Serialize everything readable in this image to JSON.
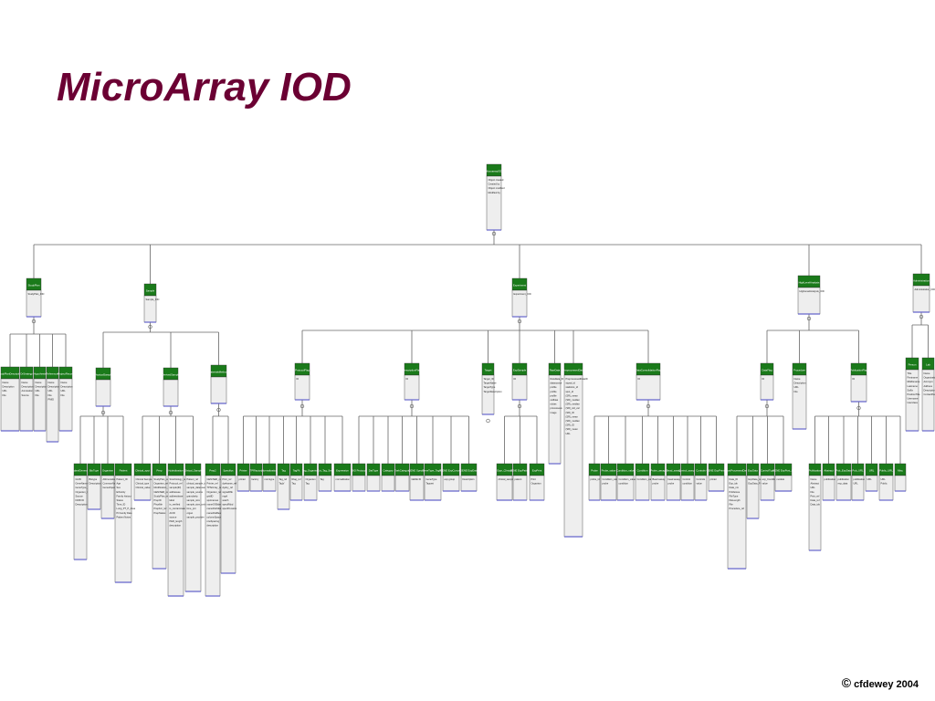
{
  "page": {
    "title": "MicroArray IOD",
    "footer": {
      "copyright_symbol": "©",
      "author": "cfdewey 2004"
    }
  },
  "colors": {
    "title": "#6b0033",
    "node_header": "#1a7a1a",
    "node_body": "#eeeeee",
    "node_border": "#333333",
    "node_bottom": "#6666cc",
    "connector": "#666666"
  },
  "diagram": {
    "root": {
      "name": "MicroarrayIOD",
      "fields": [
        "Object created",
        "Created by",
        "Object modified",
        "Modified by"
      ]
    },
    "level1": [
      {
        "name": "StudyPlan",
        "fields": [
          "StudyPlan_IOD"
        ]
      },
      {
        "name": "Sample",
        "fields": [
          "Sample_IOD"
        ]
      },
      {
        "name": "Experiment",
        "fields": [
          "Experiment_IOD"
        ]
      },
      {
        "name": "HighLevelAnalysis",
        "fields": [
          "HighLevelAnalysis_IOD"
        ]
      },
      {
        "name": "Administration",
        "fields": [
          "Administration_IOD"
        ]
      }
    ],
    "level2": [
      {
        "name": "StudyPlanDescription",
        "fields": [
          "Name",
          "Description",
          "URL",
          "File"
        ]
      },
      {
        "name": "DrStrategy",
        "fields": [
          "Name",
          "Description",
          "Annotation",
          "Source"
        ]
      },
      {
        "name": "Hypothesis",
        "fields": [
          "Name",
          "Description",
          "URL",
          "File"
        ]
      },
      {
        "name": "References",
        "fields": [
          "Name",
          "Description",
          "URL",
          "File",
          "PMID"
        ]
      },
      {
        "name": "ProjectRecord",
        "fields": [
          "Name",
          "Description",
          "URL",
          "File"
        ]
      },
      {
        "name": "PhysicalSample",
        "fields": []
      },
      {
        "name": "DerivedSample",
        "fields": []
      },
      {
        "name": "MaterialsMethods",
        "fields": []
      },
      {
        "name": "ProtocolFlag",
        "fields": [
          "ID"
        ]
      },
      {
        "name": "DescriptionFlag",
        "fields": [
          "ID"
        ]
      },
      {
        "name": "Target",
        "fields": [
          "Target_ID",
          "TargetName",
          "TargetType",
          "TargetDescription"
        ]
      },
      {
        "name": "ExpSample",
        "fields": [
          "ID"
        ]
      },
      {
        "name": "RawData",
        "fields": [
          "RawData_ID",
          "datasource",
          "profile",
          "profile",
          "profile",
          "cellbias",
          "rcbias",
          "processeve",
          "image"
        ]
      },
      {
        "name": "PreprocessedData",
        "fields": [
          "PreprocessedDataID",
          "signal_id",
          "statistics_id",
          "spot_id",
          "(SR)_mean",
          "(SR)_median",
          "(SR)_median",
          "(SR)_std_val",
          "(SR)_ID",
          "(SR)_mean",
          "(SR)_median",
          "(SR)_ID",
          "(SR)_mean",
          "URL"
        ]
      },
      {
        "name": "DataConsolidationFlag",
        "fields": [
          "ID"
        ]
      },
      {
        "name": "DataFlag",
        "fields": [
          "ID"
        ]
      },
      {
        "name": "Procedure",
        "fields": [
          "Name",
          "Description",
          "URL",
          "File"
        ]
      },
      {
        "name": "PublicationFlag",
        "fields": [
          "ID"
        ]
      },
      {
        "name": "Person",
        "fields": [
          "Title",
          "Firstname",
          "Middlename",
          "Lastname",
          "Suffix",
          "PositionTitle",
          "Username",
          "Userclass"
        ]
      },
      {
        "name": "Lab",
        "fields": [
          "Name",
          "Organization",
          "Acronym",
          "Address",
          "Description",
          "ContactPerson"
        ]
      }
    ],
    "level3": [
      {
        "name": "StandardGeneralTag",
        "fields": [
          "GUID",
          "GeneName",
          "GeneType_ref",
          "Organism_ref",
          "Source",
          "NCBI ID",
          "Description"
        ]
      },
      {
        "name": "BioType",
        "fields": [
          "Biotype",
          "Description"
        ]
      },
      {
        "name": "Organism",
        "fields": [
          "Abbreviation",
          "CommonName",
          "GenusSpecies"
        ]
      },
      {
        "name": "Patient",
        "fields": [
          "Patient_ID",
          "Age",
          "Sex",
          "Ethnicity",
          "Family history",
          "Status",
          "Time_ID",
          "Lung_PT_P_Area",
          "Pt Family Date",
          "Patient Notes"
        ]
      },
      {
        "name": "Clinical_spot",
        "fields": [
          "Clinical Sample ref",
          "Clinical_type",
          "Clinical_value"
        ]
      },
      {
        "name": "Prep",
        "fields": [
          "StudyPlan_ref",
          "Organism_ref",
          "Modification_ref",
          "GEN/SER_ref",
          "StudyPlan_ref",
          "PrepID",
          "PhysMe",
          "PrepFor_ref",
          "PrepStatus"
        ]
      },
      {
        "name": "Hybridization",
        "fields": [
          "Stoichiology_ref",
          "Protocol_ref",
          "sample(ID)",
          "addressee",
          "addressbase",
          "label",
          "is_verified",
          "is_contaminated",
          "ACID",
          "source",
          "PER_length",
          "description"
        ]
      },
      {
        "name": "Clinical_Sample",
        "fields": [
          "Patient_ref",
          "clinical_sample_id",
          "sample_date/user",
          "sample_source",
          "granularity",
          "sample_size",
          "sample_size_units",
          "time_pnt",
          "organ",
          "sample_provider"
        ]
      },
      {
        "name": "Prep2",
        "fields": [
          "GEN/SER_ref",
          "Printer_ref",
          "TPS/Array_ref",
          "Organism_ref",
          "gridID",
          "spotnames",
          "nameOfSlides",
          "nameFileSlides",
          "nameFileBeam",
          "columnSpacing",
          "rowSpacing",
          "description"
        ]
      },
      {
        "name": "Specifics",
        "fields": [
          "Print_ref",
          "dyelsame_ref",
          "dyeby_ref",
          "signalOfE",
          "rvgel",
          "watch",
          "specifMod",
          "specifCustom"
        ]
      },
      {
        "name": "Printer",
        "fields": [
          "printer"
        ]
      },
      {
        "name": "TPRfactory",
        "fields": [
          "factory"
        ]
      },
      {
        "name": "Normalization",
        "fields": [
          "normtype"
        ]
      },
      {
        "name": "Tag",
        "fields": [
          "Tag_ref",
          "TagV"
        ]
      },
      {
        "name": "TagFlt",
        "fields": [
          "Rtag_ref",
          "Tag"
        ]
      },
      {
        "name": "Tag_Organism",
        "fields": [
          "Organism",
          "Tag"
        ]
      },
      {
        "name": "Ext_Tag_Seq",
        "fields": [
          "Tag"
        ]
      },
      {
        "name": "Expression",
        "fields": [
          "normalization"
        ]
      },
      {
        "name": "BIO Protocol",
        "fields": [
          ""
        ]
      },
      {
        "name": "DatType",
        "fields": [
          ""
        ]
      },
      {
        "name": "Category",
        "fields": [
          ""
        ]
      },
      {
        "name": "TaskCategory",
        "fields": [
          ""
        ]
      },
      {
        "name": "GENE Specific",
        "fields": [
          "GENE ID"
        ]
      },
      {
        "name": "GeneType_TagRef",
        "fields": [
          "GeneType",
          "Tagvert"
        ]
      },
      {
        "name": "GENE ExpConcept",
        "fields": [
          "exp group"
        ]
      },
      {
        "name": "GENE ExpData",
        "fields": [
          "Description"
        ]
      },
      {
        "name": "Expr_Clinical",
        "fields": [
          "clinical_sample"
        ]
      },
      {
        "name": "GENE ExpPatient",
        "fields": [
          "patient"
        ]
      },
      {
        "name": "ExpPrint",
        "fields": [
          "Print",
          "Organism"
        ]
      },
      {
        "name": "Probe",
        "fields": [
          "probe_id"
        ]
      },
      {
        "name": "Probe_value",
        "fields": [
          "Condition_value",
          "probe"
        ]
      },
      {
        "name": "Condition_value",
        "fields": [
          "Condition_value",
          "condition"
        ]
      },
      {
        "name": "Condition",
        "fields": [
          "Condition_value"
        ]
      },
      {
        "name": "Probe_assay",
        "fields": [
          "Bead assay",
          "probe"
        ]
      },
      {
        "name": "Bead_assay",
        "fields": [
          "bead assay",
          "probe"
        ]
      },
      {
        "name": "Control_sample",
        "fields": [
          "Control",
          "condition"
        ]
      },
      {
        "name": "Controls",
        "fields": [
          "Controls",
          "value"
        ]
      },
      {
        "name": "GENE ExpPrinter",
        "fields": [
          "printer"
        ]
      },
      {
        "name": "PostProcessedData",
        "fields": [
          "Data_ID",
          "Exp_ids",
          "Data_nm",
          "PvMetone",
          "FileType",
          "FileLength",
          "File",
          "Procedure_ref"
        ]
      },
      {
        "name": "ExpData",
        "fields": [
          "ExpData_ref",
          "ExpData_Filen"
        ]
      },
      {
        "name": "ControlType",
        "fields": [
          "exp_Condition",
          "value"
        ]
      },
      {
        "name": "GENE ExpPost_fitt",
        "fields": [
          "module"
        ]
      },
      {
        "name": "Publication",
        "fields": [
          "Name",
          "Abstract",
          "URL",
          "File",
          "Print_ref",
          "Data_ref",
          "Data_ids"
        ]
      },
      {
        "name": "Abstract",
        "fields": [
          "publication"
        ]
      },
      {
        "name": "Pub_ExpData",
        "fields": [
          "publication",
          "exp_data"
        ]
      },
      {
        "name": "Pub_URL",
        "fields": [
          "publication",
          "URL"
        ]
      },
      {
        "name": "URL",
        "fields": [
          "URL"
        ]
      },
      {
        "name": "Public_URL",
        "fields": [
          "URL",
          "Public"
        ]
      },
      {
        "name": "Misc",
        "fields": [
          ""
        ]
      }
    ]
  }
}
